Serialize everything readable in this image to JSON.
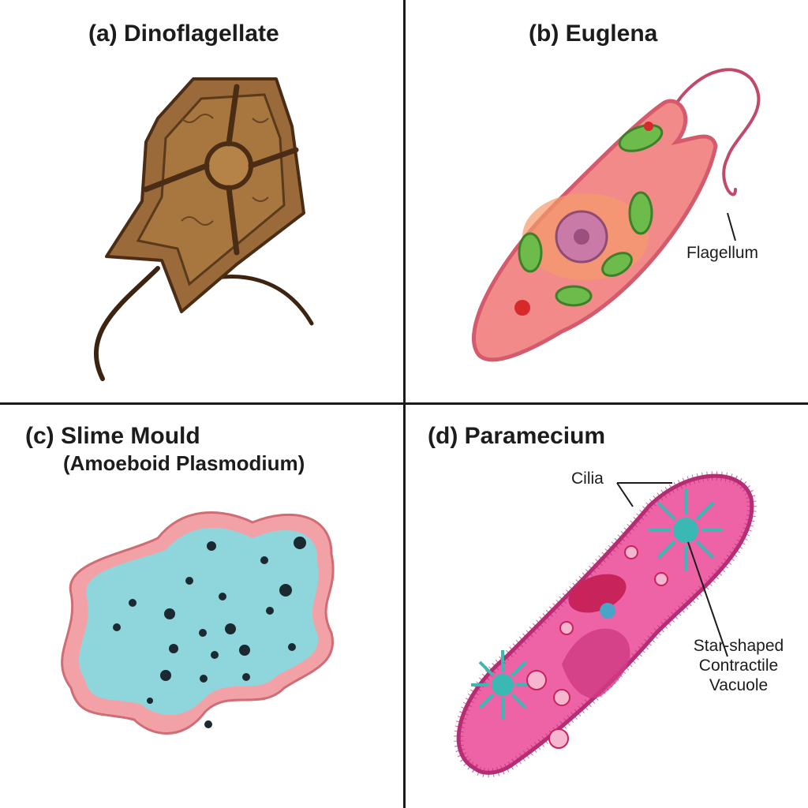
{
  "panels": {
    "a": {
      "title": "(a) Dinoflagellate"
    },
    "b": {
      "title": "(b) Euglena",
      "label_flagellum": "Flagellum"
    },
    "c": {
      "title_line1": "(c) Slime Mould",
      "title_line2": "(Amoeboid Plasmodium)"
    },
    "d": {
      "title": "(d) Paramecium",
      "label_cilia": "Cilia",
      "label_vacuole_1": "Star-shaped",
      "label_vacuole_2": "Contractile",
      "label_vacuole_3": "Vacuole"
    }
  },
  "colors": {
    "dino_shell": "#9a6a3a",
    "dino_outline": "#4a2d14",
    "euglena_body": "#f28a8a",
    "chloroplast": "#6dbb4a",
    "slime_body": "#8fd6dc",
    "slime_rim": "#f2a2a6",
    "paramecium_body": "#ee62a6",
    "vacuole": "#39b8b4"
  }
}
